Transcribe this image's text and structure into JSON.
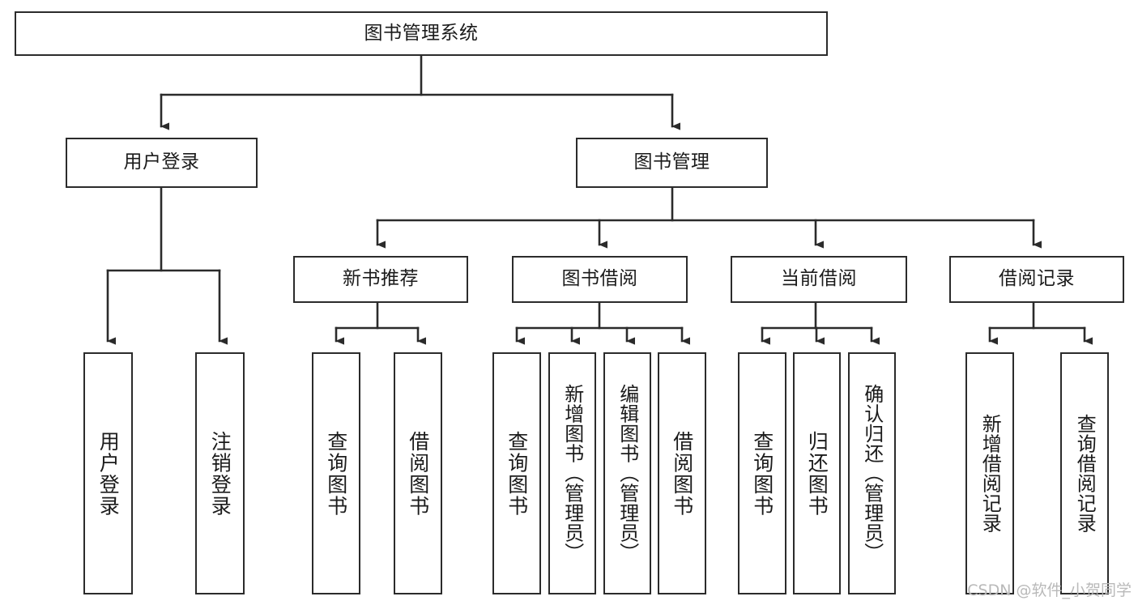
{
  "diagram": {
    "title": "图书管理系统",
    "type": "hierarchy-tree",
    "watermark": "CSDN @软件_小贺同学",
    "colors": {
      "stroke": "#2b2b2b",
      "fill": "#ffffff",
      "text": "#1b1b1b",
      "watermark": "#b9b9b9"
    },
    "levels": [
      {
        "level": 1,
        "nodes": [
          {
            "id": "root",
            "label": "图书管理系统",
            "orientation": "horizontal"
          }
        ]
      },
      {
        "level": 2,
        "nodes": [
          {
            "id": "login",
            "label": "用户登录",
            "orientation": "horizontal",
            "parent": "root"
          },
          {
            "id": "bookmgmt",
            "label": "图书管理",
            "orientation": "horizontal",
            "parent": "root"
          }
        ]
      },
      {
        "level": 3,
        "nodes": [
          {
            "id": "newbook",
            "label": "新书推荐",
            "orientation": "horizontal",
            "parent": "bookmgmt"
          },
          {
            "id": "borrow",
            "label": "图书借阅",
            "orientation": "horizontal",
            "parent": "bookmgmt"
          },
          {
            "id": "current",
            "label": "当前借阅",
            "orientation": "horizontal",
            "parent": "bookmgmt"
          },
          {
            "id": "record",
            "label": "借阅记录",
            "orientation": "horizontal",
            "parent": "bookmgmt"
          }
        ]
      },
      {
        "level": 4,
        "nodes": [
          {
            "id": "leaf1",
            "label": "用户登录",
            "orientation": "vertical",
            "parent": "login"
          },
          {
            "id": "leaf2",
            "label": "注销登录",
            "orientation": "vertical",
            "parent": "login"
          },
          {
            "id": "leaf3",
            "label": "查询图书",
            "orientation": "vertical",
            "parent": "newbook"
          },
          {
            "id": "leaf4",
            "label": "借阅图书",
            "orientation": "vertical",
            "parent": "newbook"
          },
          {
            "id": "leaf5",
            "label": "查询图书",
            "orientation": "vertical",
            "parent": "borrow"
          },
          {
            "id": "leaf6",
            "label": "新增图书（管理员）",
            "orientation": "vertical",
            "parent": "borrow"
          },
          {
            "id": "leaf7",
            "label": "编辑图书（管理员）",
            "orientation": "vertical",
            "parent": "borrow"
          },
          {
            "id": "leaf8",
            "label": "借阅图书",
            "orientation": "vertical",
            "parent": "borrow"
          },
          {
            "id": "leaf9",
            "label": "查询图书",
            "orientation": "vertical",
            "parent": "current"
          },
          {
            "id": "leaf10",
            "label": "归还图书",
            "orientation": "vertical",
            "parent": "current"
          },
          {
            "id": "leaf11",
            "label": "确认归还（管理员）",
            "orientation": "vertical",
            "parent": "current"
          },
          {
            "id": "leaf12",
            "label": "新增借阅记录",
            "orientation": "vertical",
            "parent": "record"
          },
          {
            "id": "leaf13",
            "label": "查询借阅记录",
            "orientation": "vertical",
            "parent": "record"
          }
        ]
      }
    ]
  }
}
